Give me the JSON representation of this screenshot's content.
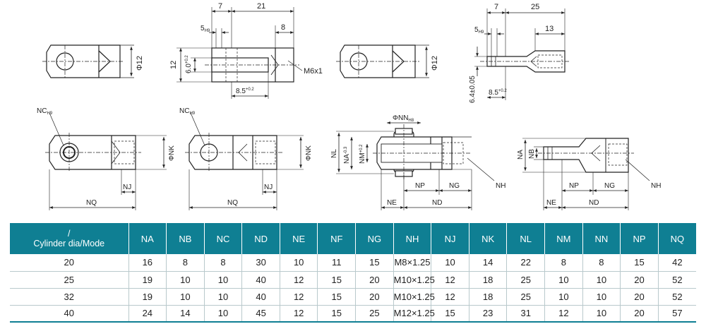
{
  "drawings": {
    "top_side": {
      "d7": "7",
      "d21": "21",
      "d5": "5",
      "d5_tol": "H9",
      "d8": "8",
      "d12": "12",
      "d6": "6.0",
      "d6_tol": "+0.2",
      "d6_tol_low": "0",
      "thread": "M6x1",
      "d85": "8.5",
      "d85_tol": "+0.2",
      "d85_tol_low": "0"
    },
    "top_left_dia": "Φ12",
    "top_right_dia": "Φ12",
    "top_rod": {
      "d7": "7",
      "d25": "25",
      "d5": "5",
      "d5_tol": "H9",
      "d13": "13",
      "d64": "6.4±0.05",
      "d85": "8.5",
      "d85_tol": "+0.2",
      "d85_tol_low": "0"
    },
    "bottom": {
      "nc": "NC",
      "nc_tol": "H9",
      "nk": "ΦNK",
      "nj": "NJ",
      "nq": "NQ",
      "nl": "NL",
      "na": "NA",
      "na_tol": "-0.3",
      "nm": "NM",
      "nm_tol": "+0.2",
      "nm_tol_low": "+0.1",
      "nn": "ΦNN",
      "nn_tol": "H8",
      "np": "NP",
      "ng": "NG",
      "nh": "NH",
      "ne": "NE",
      "nd": "ND",
      "nb": "NB"
    }
  },
  "table": {
    "first_header_top": "/",
    "first_header_bottom": "Cylinder dia/Mode",
    "headers": [
      "NA",
      "NB",
      "NC",
      "ND",
      "NE",
      "NF",
      "NG",
      "NH",
      "NJ",
      "NK",
      "NL",
      "NM",
      "NN",
      "NP",
      "NQ"
    ],
    "rows": [
      [
        "20",
        "16",
        "8",
        "8",
        "30",
        "10",
        "11",
        "15",
        "M8×1.25",
        "10",
        "14",
        "22",
        "8",
        "8",
        "15",
        "42"
      ],
      [
        "25",
        "19",
        "10",
        "10",
        "40",
        "12",
        "15",
        "20",
        "M10×1.25",
        "12",
        "18",
        "25",
        "10",
        "10",
        "20",
        "52"
      ],
      [
        "32",
        "19",
        "10",
        "10",
        "40",
        "12",
        "15",
        "20",
        "M10×1.25",
        "12",
        "18",
        "25",
        "10",
        "10",
        "20",
        "52"
      ],
      [
        "40",
        "24",
        "14",
        "10",
        "45",
        "12",
        "15",
        "25",
        "M12×1.25",
        "15",
        "23",
        "31",
        "12",
        "10",
        "20",
        "57"
      ]
    ],
    "header_color": "#0f7f93"
  }
}
